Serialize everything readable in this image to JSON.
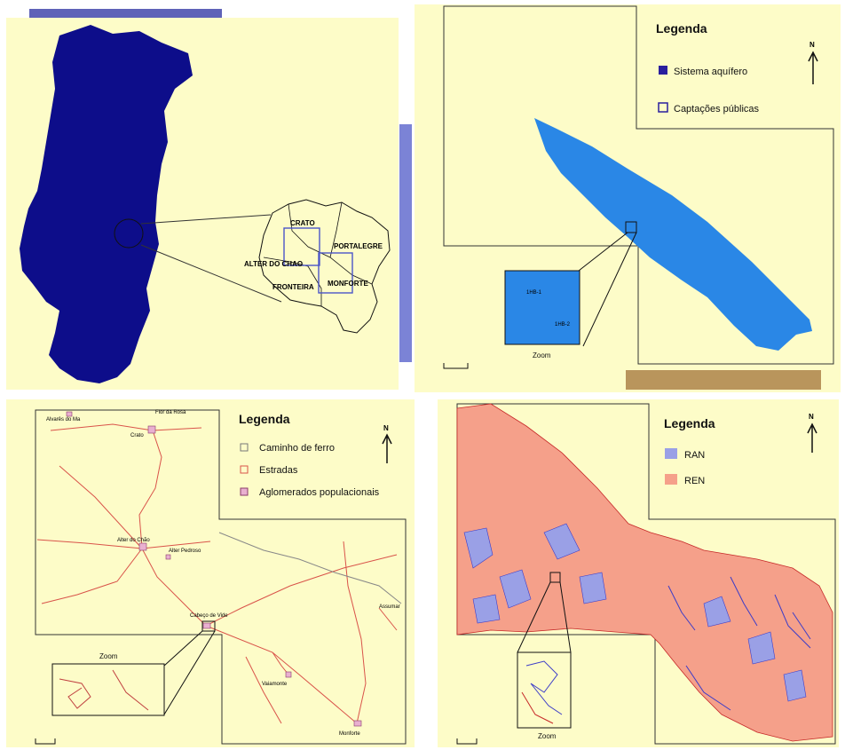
{
  "top_left_map": {
    "municipalities": [
      "CRATO",
      "PORTALEGRE",
      "ALTER DO CHAO",
      "FRONTEIRA",
      "MONFORTE"
    ]
  },
  "top_right_map": {
    "legend_title": "Legenda",
    "north_label": "N",
    "legend_items": [
      {
        "label": "Sistema aquífero",
        "color": "#2a1e9e"
      },
      {
        "label": "Captações públicas",
        "color": "#2a1e9e"
      }
    ],
    "zoom_label": "Zoom",
    "zoom_points": [
      "1HB-1",
      "1HB-2"
    ],
    "aquifer_color": "#2a87e6"
  },
  "bottom_left_map": {
    "legend_title": "Legenda",
    "north_label": "N",
    "legend_items": [
      {
        "label": "Caminho de ferro"
      },
      {
        "label": "Estradas"
      },
      {
        "label": "Aglomerados populacionais"
      }
    ],
    "places": [
      "Alvarês do Ma",
      "Flor da Rosa",
      "Crato",
      "Alter do Chão",
      "Alter Pedroso",
      "Cabeço de Vide",
      "Assumar",
      "Vaiamonte",
      "Monforte"
    ],
    "zoom_label": "Zoom",
    "road_color": "#d9534a"
  },
  "bottom_right_map": {
    "legend_title": "Legenda",
    "north_label": "N",
    "legend_items": [
      {
        "label": "RAN",
        "color": "#9aa0e6"
      },
      {
        "label": "REN",
        "color": "#f5a08a"
      }
    ],
    "zoom_label": "Zoom"
  },
  "colors": {
    "background": "#fdfcc8",
    "portugal": "#0d0d8a"
  }
}
